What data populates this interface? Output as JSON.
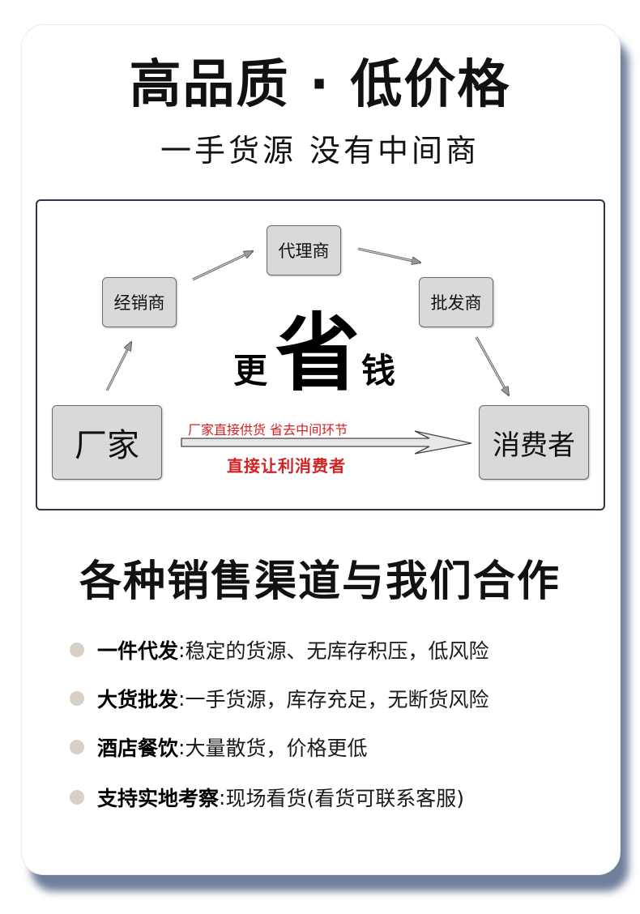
{
  "headline": "高品质 · 低价格",
  "subline": "一手货源 没有中间商",
  "flow": {
    "nodes": {
      "distributor": "经销商",
      "agent": "代理商",
      "wholesaler": "批发商",
      "factory": "厂家",
      "consumer": "消费者"
    },
    "save_pre": "更",
    "save_main": "省",
    "save_post": "钱",
    "direct_note": "厂家直接供货  省去中间环节",
    "profit_note": "直接让利消费者"
  },
  "channels_title": "各种销售渠道与我们合作",
  "features": [
    {
      "label": "一件代发",
      "desc": "稳定的货源、无库存积压，低风险"
    },
    {
      "label": "大货批发",
      "desc": "一手货源，库存充足，无断货风险"
    },
    {
      "label": "酒店餐饮",
      "desc": "大量散货，价格更低"
    },
    {
      "label": "支持实地考察",
      "desc": "现场看货(看货可联系客服)"
    }
  ],
  "colors": {
    "accent_red": "#d42020",
    "node_fill": "#d9d9d9",
    "panel_border": "#2c3446",
    "card_shadow": "#6f7f9a",
    "bullet": "#d8d0c6"
  }
}
